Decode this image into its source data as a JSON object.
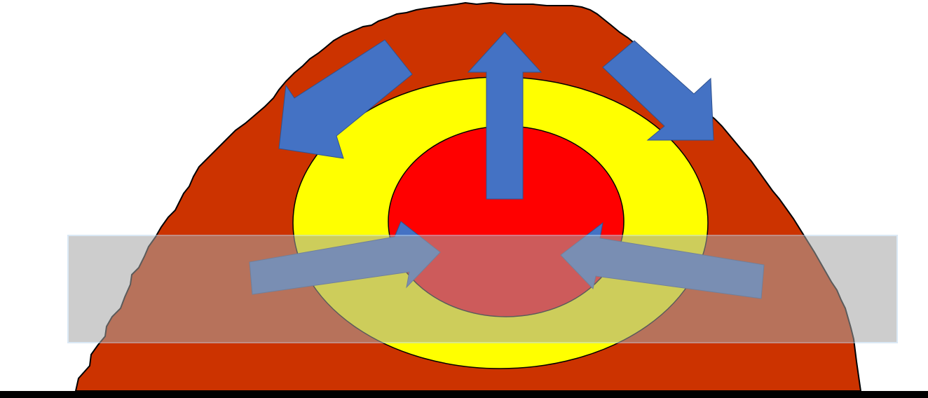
{
  "diagram": {
    "colors": {
      "background": "#ffffff",
      "mound": "#cc3300",
      "outer_zone": "#ffff00",
      "inner_zone": "#ff0000",
      "arrow": "#4472c4",
      "overlay_band": "#a6a6a6",
      "overlay_band_border": "#bdd7ee",
      "ground_line": "#000000",
      "outline": "#000000"
    },
    "arrows": {
      "outward": [
        {
          "name": "arrow-up-left",
          "direction": "outward"
        },
        {
          "name": "arrow-up",
          "direction": "outward"
        },
        {
          "name": "arrow-up-right",
          "direction": "outward"
        }
      ],
      "inward": [
        {
          "name": "arrow-in-left",
          "direction": "inward"
        },
        {
          "name": "arrow-in-right",
          "direction": "inward"
        }
      ]
    }
  }
}
